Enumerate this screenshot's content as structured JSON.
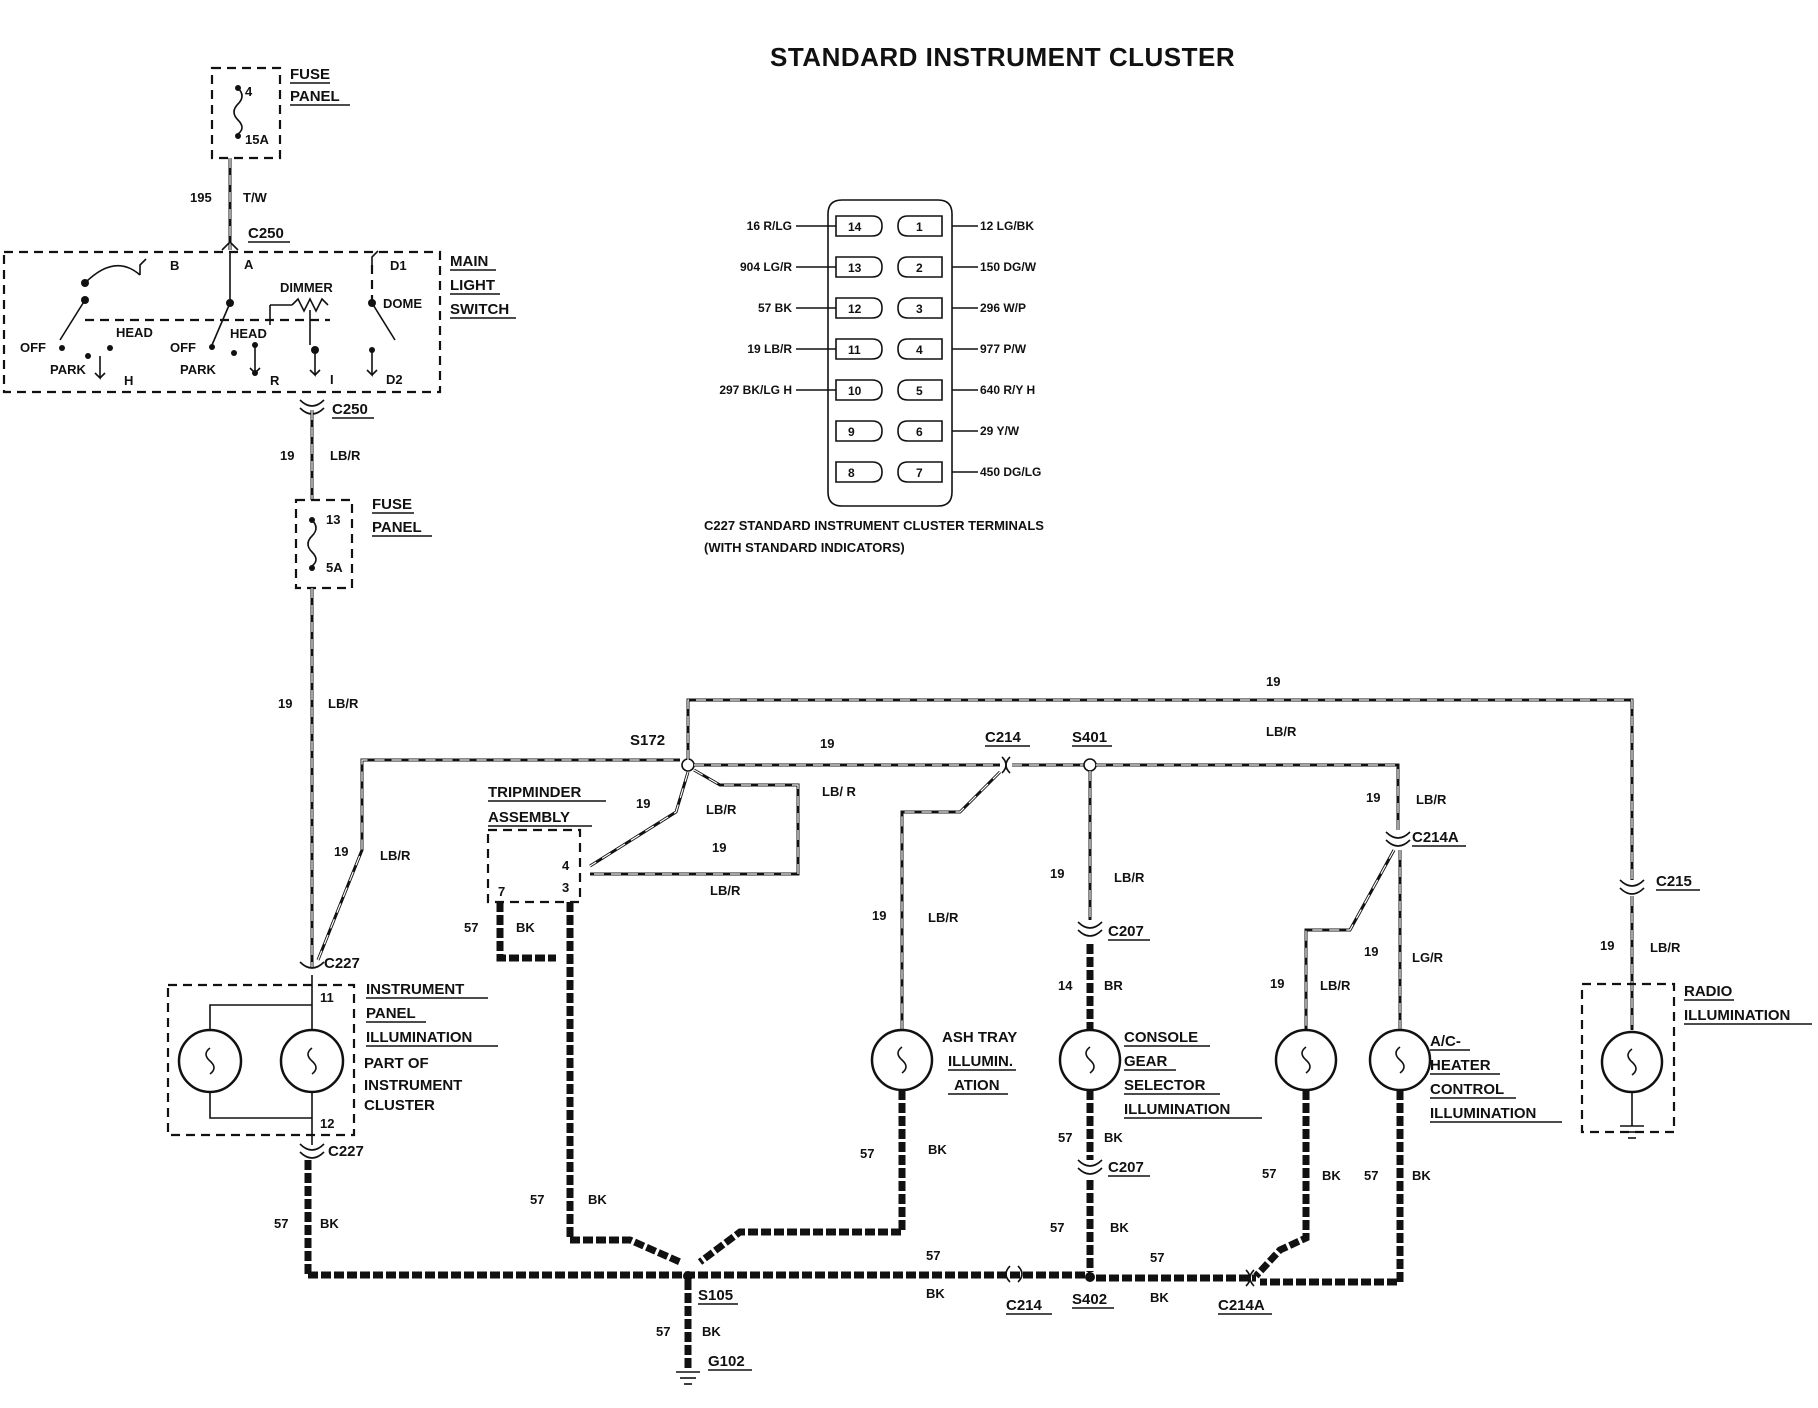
{
  "title": "STANDARD INSTRUMENT CLUSTER",
  "fuse_top": {
    "line1": "FUSE",
    "line2": "PANEL",
    "num": "4",
    "amp": "15A"
  },
  "fuse_mid": {
    "line1": "FUSE",
    "line2": "PANEL",
    "num": "13",
    "amp": "5A"
  },
  "wire_195": {
    "num": "195",
    "color": "T/W"
  },
  "switch": {
    "line1": "MAIN",
    "line2": "LIGHT",
    "line3": "SWITCH",
    "dimmer": "DIMMER",
    "dome": "DOME",
    "off": "OFF",
    "head": "HEAD",
    "park": "PARK",
    "t_b": "B",
    "t_a": "A",
    "t_d1": "D1",
    "t_h": "H",
    "t_r": "R",
    "t_i": "I",
    "t_d2": "D2"
  },
  "connectors": {
    "c250": "C250",
    "c227": "C227",
    "s172": "S172",
    "c214": "C214",
    "s401": "S401",
    "c214a": "C214A",
    "c215": "C215",
    "c207": "C207",
    "s105": "S105",
    "g102": "G102",
    "s402": "S402"
  },
  "wires": {
    "n19": "19",
    "lbr": "LB/R",
    "lbr_sp": "LB/ R",
    "n57": "57",
    "bk": "BK",
    "n14": "14",
    "br": "BR",
    "lgr": "LG/R"
  },
  "cluster": {
    "pin11": "11",
    "pin12": "12",
    "line1": "INSTRUMENT",
    "line2": "PANEL",
    "line3": "ILLUMINATION",
    "part1": "PART OF",
    "part2": "INSTRUMENT",
    "part3": "CLUSTER"
  },
  "tripminder": {
    "line1": "TRIPMINDER",
    "line2": "ASSEMBLY",
    "p4": "4",
    "p3": "3",
    "p7": "7"
  },
  "ashtray": {
    "line1": "ASH TRAY",
    "line2": "ILLUMIN.",
    "line3": "ATION"
  },
  "console": {
    "line1": "CONSOLE",
    "line2": "GEAR",
    "line3": "SELECTOR",
    "line4": "ILLUMINATION"
  },
  "ac": {
    "line1": "A/C-",
    "line2": "HEATER",
    "line3": "CONTROL",
    "line4": "ILLUMINATION"
  },
  "radio": {
    "line1": "RADIO",
    "line2": "ILLUMINATION"
  },
  "c227_table": {
    "caption1": "C227 STANDARD INSTRUMENT CLUSTER TERMINALS",
    "caption2": "(WITH STANDARD INDICATORS)",
    "left": [
      {
        "pin": "14",
        "label": "16 R/LG"
      },
      {
        "pin": "13",
        "label": "904 LG/R"
      },
      {
        "pin": "12",
        "label": "57 BK"
      },
      {
        "pin": "11",
        "label": "19 LB/R"
      },
      {
        "pin": "10",
        "label": "297 BK/LG H"
      },
      {
        "pin": "9",
        "label": ""
      },
      {
        "pin": "8",
        "label": ""
      }
    ],
    "right": [
      {
        "pin": "1",
        "label": "12 LG/BK"
      },
      {
        "pin": "2",
        "label": "150 DG/W"
      },
      {
        "pin": "3",
        "label": "296 W/P"
      },
      {
        "pin": "4",
        "label": "977 P/W"
      },
      {
        "pin": "5",
        "label": "640 R/Y H"
      },
      {
        "pin": "6",
        "label": "29 Y/W"
      },
      {
        "pin": "7",
        "label": "450 DG/LG"
      }
    ]
  }
}
